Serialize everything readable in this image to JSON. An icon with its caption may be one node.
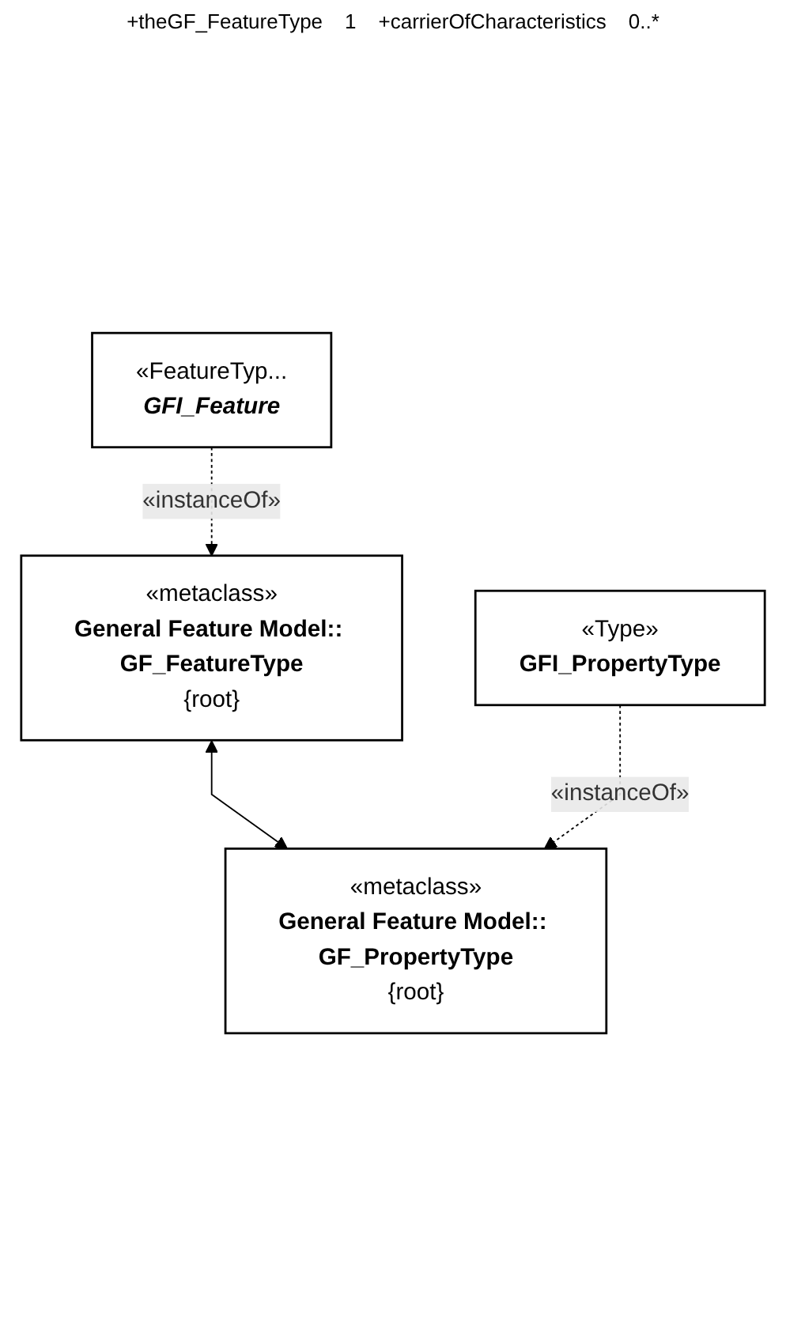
{
  "diagram": {
    "nodes": [
      {
        "text": [
          "«metaclass»",
          "General Feature Model:: GF_FeatureType",
          "{root}"
        ]
      },
      {
        "text": [
          "«FeatureTyp...",
          "GFI_Feature"
        ]
      },
      {
        "text": [
          "«metaclass»",
          "General Feature Model:: GF_PropertyType",
          "{root}"
        ]
      },
      {
        "text": [
          "«Type»",
          "GFI_PropertyType"
        ]
      }
    ],
    "edges": [
      {
        "from": 0,
        "to": 2,
        "arrow": "both"
      },
      {
        "from": 1,
        "to": 0,
        "arrow": "to",
        "label": "«instanceOf»",
        "style": "dashed"
      },
      {
        "from": 3,
        "to": 2,
        "arrow": "to",
        "label": "«instanceOf»",
        "style": "dashed"
      }
    ],
    "labels": [
      "+theGF_FeatureType",
      "1",
      "+carrierOfCharacteristics",
      "0..*"
    ]
  }
}
